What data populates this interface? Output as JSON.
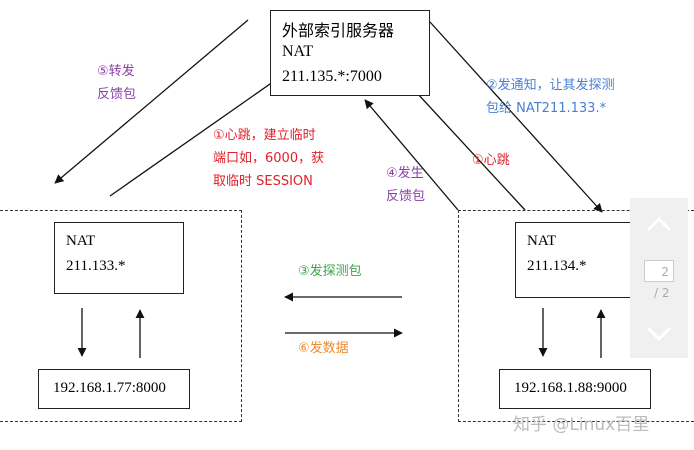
{
  "server": {
    "line1": "外部索引服务器",
    "line2": "NAT",
    "line3": "211.135.*:7000"
  },
  "left_nat": {
    "line1": "NAT",
    "line2": "211.133.*"
  },
  "right_nat": {
    "line1": "NAT",
    "line2": "211.134.*"
  },
  "left_host": {
    "label": "192.168.1.77:8000"
  },
  "right_host": {
    "label": "192.168.1.88:9000"
  },
  "labels": {
    "step5": [
      "⑤转发",
      "反馈包"
    ],
    "step1_left": [
      "①心跳，建立临时",
      "端口如，6000，获",
      "取临时 SESSION"
    ],
    "step4": [
      "④发生",
      "反馈包"
    ],
    "step1_right": "①心跳",
    "step2": [
      "②发通知，让其发探测",
      "包给 NAT211.133.*"
    ],
    "step3": "③发探测包",
    "step6": "⑥发数据"
  },
  "colors": {
    "purple": "#8a3fa6",
    "red": "#e0202a",
    "blue": "#4a7fd0",
    "green": "#3aa64a",
    "orange": "#f08a2a"
  },
  "pager": {
    "current": "2",
    "total": "/ 2"
  },
  "watermark": "知乎 @Linux百里"
}
